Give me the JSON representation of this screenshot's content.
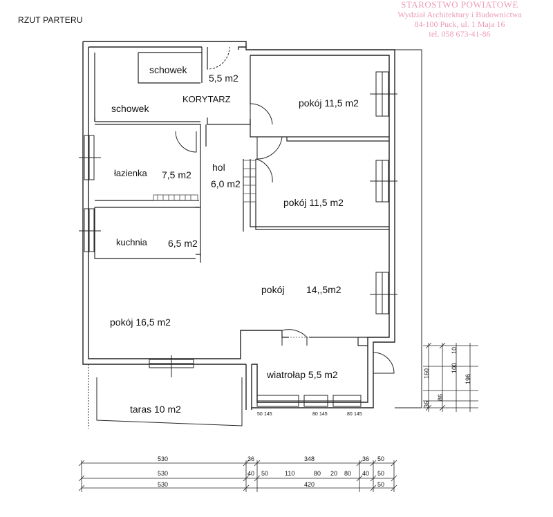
{
  "title": "RZUT PARTERU",
  "stamp": {
    "line1": "STAROSTWO POWIATOWE",
    "line2": "Wydział Architektury i Budownictwa",
    "line3": "84-100 Puck, ul. 1 Maja 16",
    "line4": "tel. 058 673-41-86"
  },
  "rooms": {
    "schowek_top": "schowek",
    "schowek_top_area": "5,5 m2",
    "schowek_bottom": "schowek",
    "korytarz": "KORYTARZ",
    "pokoj1": "pokój 11,5 m2",
    "lazienka": "łazienka",
    "lazienka_area": "7,5 m2",
    "hol": "hol",
    "hol_area": "6,0 m2",
    "pokoj2": "pokój 11,5 m2",
    "kuchnia": "kuchnia",
    "kuchnia_area": "6,5 m2",
    "pokoj3": "pokój",
    "pokoj3_area": "14,,5m2",
    "pokoj4": "pokój 16,5 m2",
    "wiatrolap": "wiatrołap 5,5 m2",
    "taras": "taras  10 m2"
  },
  "dims_bottom": {
    "row1": [
      "530",
      "36",
      "348",
      "36",
      "50"
    ],
    "row2": [
      "530",
      "40",
      "50",
      "110",
      "80",
      "20",
      "80",
      "40",
      "50"
    ],
    "row3": [
      "530",
      "420",
      "50"
    ]
  },
  "dims_right": [
    "160",
    "36",
    "86",
    "100",
    "10",
    "196"
  ],
  "dims_small": [
    "50",
    "145",
    "80",
    "145",
    "80",
    "145"
  ]
}
